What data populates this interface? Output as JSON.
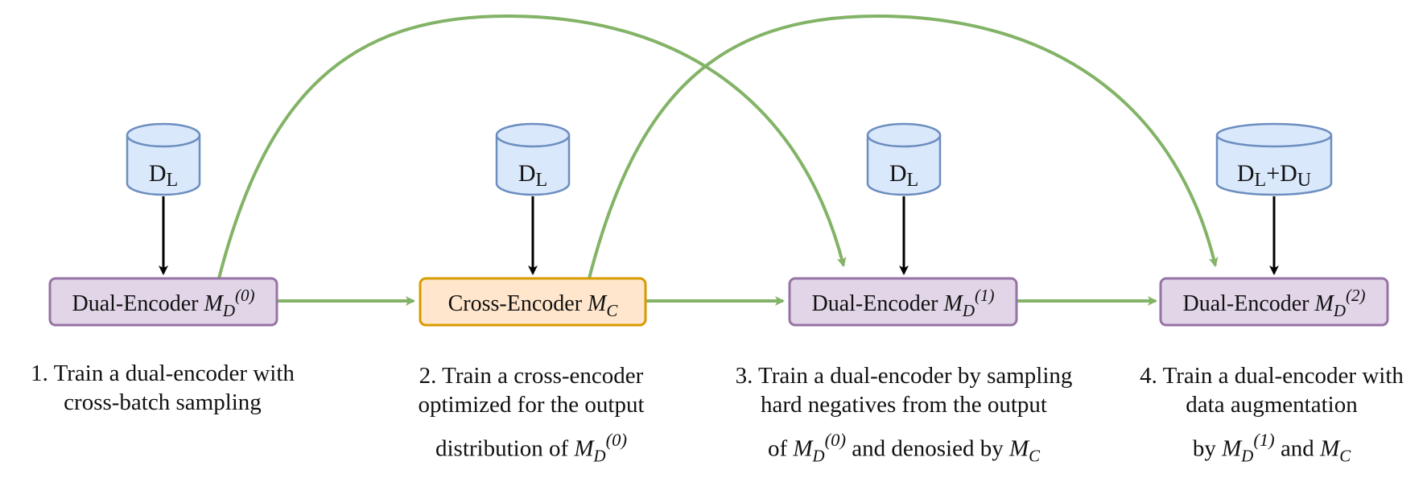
{
  "colors": {
    "dual_fill": "#e1d5e7",
    "dual_stroke": "#9673a6",
    "cross_fill": "#ffe6cc",
    "cross_stroke": "#d79b00",
    "db_fill": "#dae8fc",
    "db_stroke": "#6c8ebf",
    "green_arrow": "#82b366",
    "black_arrow": "#000000"
  },
  "databases": [
    {
      "main": "D",
      "sub": "L"
    },
    {
      "main": "D",
      "sub": "L"
    },
    {
      "main": "D",
      "sub": "L"
    },
    {
      "main1": "D",
      "sub1": "L",
      "plus": "+",
      "main2": "D",
      "sub2": "U"
    }
  ],
  "nodes": [
    {
      "label": "Dual-Encoder",
      "sym": "M",
      "sub": "D",
      "sup": "(0)"
    },
    {
      "label": "Cross-Encoder",
      "sym": "M",
      "sub": "C"
    },
    {
      "label": "Dual-Encoder",
      "sym": "M",
      "sub": "D",
      "sup": "(1)"
    },
    {
      "label": "Dual-Encoder",
      "sym": "M",
      "sub": "D",
      "sup": "(2)"
    }
  ],
  "steps": [
    {
      "line1": "1. Train a dual-encoder with",
      "line2": "cross-batch sampling"
    },
    {
      "line1": "2. Train a cross-encoder",
      "line2": "optimized for the output",
      "line3_pre": "distribution of",
      "line3_sym": "M",
      "line3_sub": "D",
      "line3_sup": "(0)"
    },
    {
      "line1": "3. Train a dual-encoder by sampling",
      "line2": "hard negatives from the output",
      "line3_pre": "of",
      "line3_sym": "M",
      "line3_sub": "D",
      "line3_sup": "(0)",
      "line3_mid": "and denosied by",
      "line3_sym2": "M",
      "line3_sub2": "C"
    },
    {
      "line1": "4. Train a dual-encoder with",
      "line2": "data augmentation",
      "line3_pre": "by",
      "line3_sym": "M",
      "line3_sub": "D",
      "line3_sup": "(1)",
      "line3_mid": "and",
      "line3_sym2": "M",
      "line3_sub2": "C"
    }
  ]
}
